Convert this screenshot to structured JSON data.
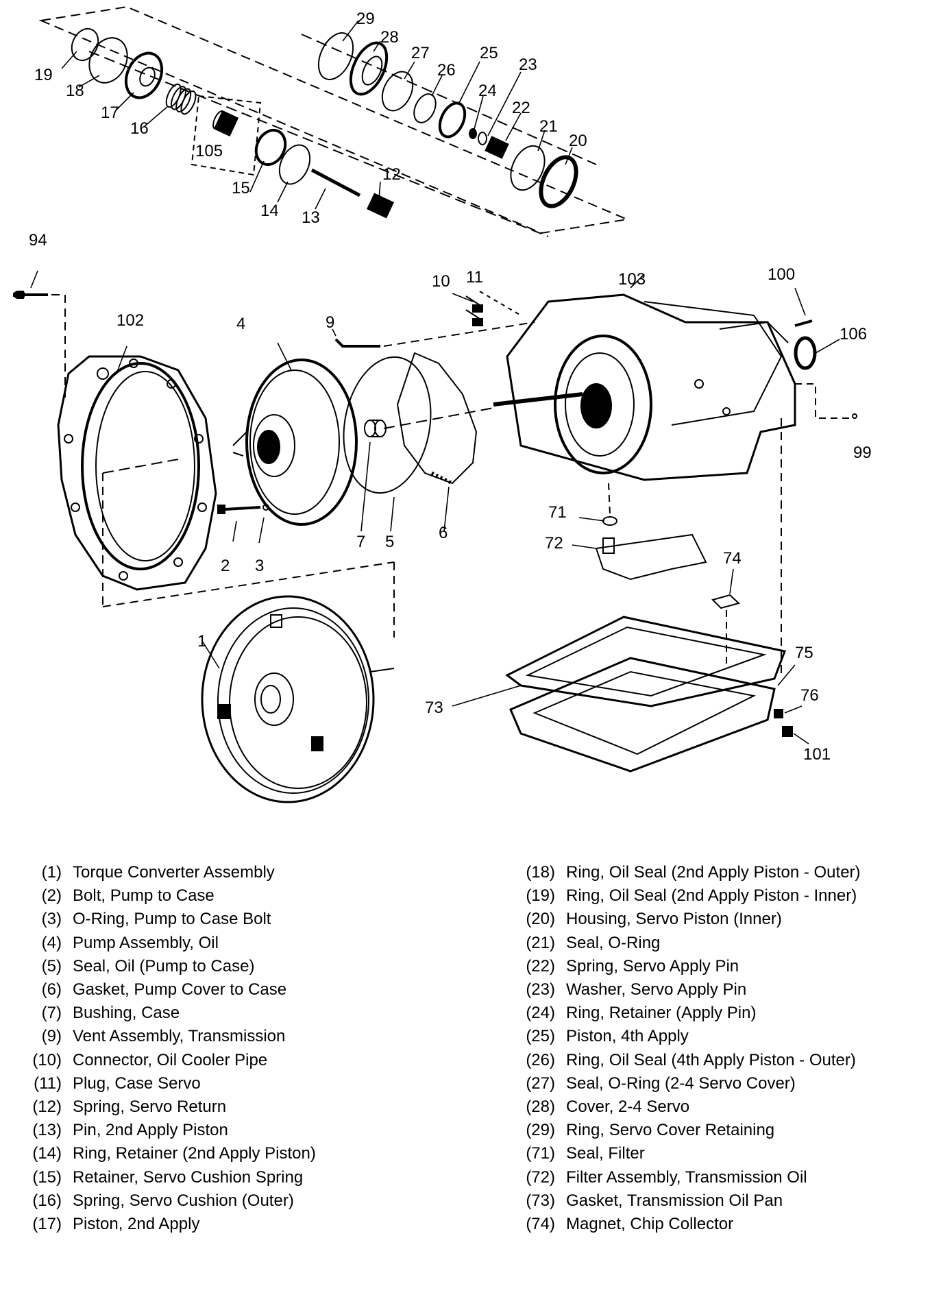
{
  "callouts": [
    {
      "id": "c1",
      "text": "1"
    },
    {
      "id": "c2",
      "text": "2"
    },
    {
      "id": "c3",
      "text": "3"
    },
    {
      "id": "c4",
      "text": "4"
    },
    {
      "id": "c5",
      "text": "5"
    },
    {
      "id": "c6",
      "text": "6"
    },
    {
      "id": "c7",
      "text": "7"
    },
    {
      "id": "c9",
      "text": "9"
    },
    {
      "id": "c10",
      "text": "10"
    },
    {
      "id": "c11",
      "text": "11"
    },
    {
      "id": "c12",
      "text": "12"
    },
    {
      "id": "c13",
      "text": "13"
    },
    {
      "id": "c14",
      "text": "14"
    },
    {
      "id": "c15",
      "text": "15"
    },
    {
      "id": "c16",
      "text": "16"
    },
    {
      "id": "c17",
      "text": "17"
    },
    {
      "id": "c18",
      "text": "18"
    },
    {
      "id": "c19",
      "text": "19"
    },
    {
      "id": "c20",
      "text": "20"
    },
    {
      "id": "c21",
      "text": "21"
    },
    {
      "id": "c22",
      "text": "22"
    },
    {
      "id": "c23",
      "text": "23"
    },
    {
      "id": "c24",
      "text": "24"
    },
    {
      "id": "c25",
      "text": "25"
    },
    {
      "id": "c26",
      "text": "26"
    },
    {
      "id": "c27",
      "text": "27"
    },
    {
      "id": "c28",
      "text": "28"
    },
    {
      "id": "c29",
      "text": "29"
    },
    {
      "id": "c71",
      "text": "71"
    },
    {
      "id": "c72",
      "text": "72"
    },
    {
      "id": "c73",
      "text": "73"
    },
    {
      "id": "c74",
      "text": "74"
    },
    {
      "id": "c75",
      "text": "75"
    },
    {
      "id": "c76",
      "text": "76"
    },
    {
      "id": "c94",
      "text": "94"
    },
    {
      "id": "c99",
      "text": "99"
    },
    {
      "id": "c100",
      "text": "100"
    },
    {
      "id": "c101",
      "text": "101"
    },
    {
      "id": "c102",
      "text": "102"
    },
    {
      "id": "c103",
      "text": "103"
    },
    {
      "id": "c105",
      "text": "105"
    },
    {
      "id": "c106",
      "text": "106"
    }
  ],
  "legend": {
    "left": [
      {
        "num": "(1)",
        "desc": "Torque Converter Assembly"
      },
      {
        "num": "(2)",
        "desc": "Bolt, Pump to Case"
      },
      {
        "num": "(3)",
        "desc": "O-Ring, Pump to Case Bolt"
      },
      {
        "num": "(4)",
        "desc": "Pump Assembly, Oil"
      },
      {
        "num": "(5)",
        "desc": "Seal, Oil (Pump to Case)"
      },
      {
        "num": "(6)",
        "desc": "Gasket, Pump Cover to Case"
      },
      {
        "num": "(7)",
        "desc": "Bushing, Case"
      },
      {
        "num": "(9)",
        "desc": "Vent Assembly, Transmission"
      },
      {
        "num": "(10)",
        "desc": "Connector, Oil Cooler Pipe"
      },
      {
        "num": "(11)",
        "desc": "Plug, Case Servo"
      },
      {
        "num": "(12)",
        "desc": "Spring, Servo Return"
      },
      {
        "num": "(13)",
        "desc": "Pin, 2nd Apply Piston"
      },
      {
        "num": "(14)",
        "desc": "Ring, Retainer (2nd Apply Piston)"
      },
      {
        "num": "(15)",
        "desc": "Retainer, Servo Cushion Spring"
      },
      {
        "num": "(16)",
        "desc": "Spring, Servo Cushion (Outer)"
      },
      {
        "num": "(17)",
        "desc": "Piston, 2nd  Apply"
      }
    ],
    "right": [
      {
        "num": "(18)",
        "desc": "Ring, Oil Seal (2nd Apply Piston - Outer)"
      },
      {
        "num": "(19)",
        "desc": "Ring, Oil Seal (2nd Apply Piston - Inner)"
      },
      {
        "num": "(20)",
        "desc": "Housing, Servo Piston (Inner)"
      },
      {
        "num": "(21)",
        "desc": "Seal, O-Ring"
      },
      {
        "num": "(22)",
        "desc": "Spring, Servo Apply Pin"
      },
      {
        "num": "(23)",
        "desc": "Washer, Servo Apply Pin"
      },
      {
        "num": "(24)",
        "desc": "Ring, Retainer (Apply Pin)"
      },
      {
        "num": "(25)",
        "desc": "Piston, 4th  Apply"
      },
      {
        "num": "(26)",
        "desc": "Ring, Oil Seal (4th Apply Piston - Outer)"
      },
      {
        "num": "(27)",
        "desc": "Seal, O-Ring (2-4 Servo Cover)"
      },
      {
        "num": "(28)",
        "desc": "Cover, 2-4 Servo"
      },
      {
        "num": "(29)",
        "desc": "Ring, Servo Cover Retaining"
      },
      {
        "num": "(71)",
        "desc": "Seal, Filter"
      },
      {
        "num": "(72)",
        "desc": "Filter Assembly, Transmission Oil"
      },
      {
        "num": "(73)",
        "desc": "Gasket, Transmission Oil Pan"
      },
      {
        "num": "(74)",
        "desc": "Magnet, Chip Collector"
      }
    ]
  }
}
